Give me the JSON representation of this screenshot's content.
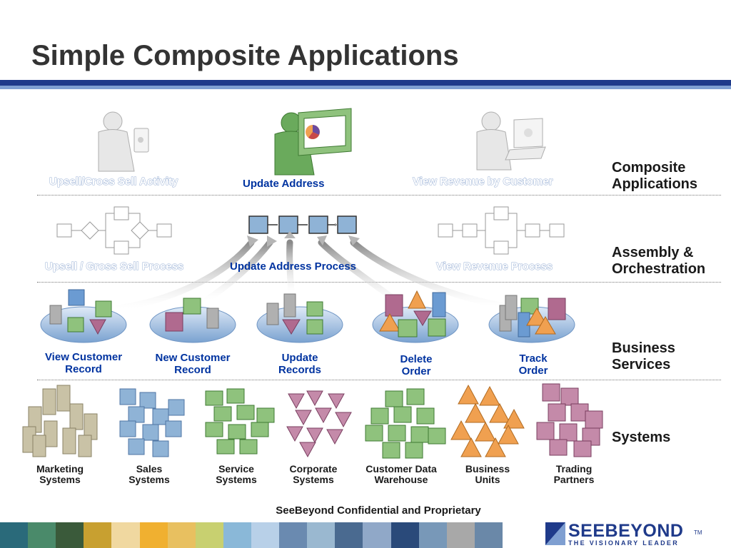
{
  "title": "Simple Composite Applications",
  "layers": [
    "Composite\nApplications",
    "Assembly &\nOrchestration",
    "Business\nServices",
    "Systems"
  ],
  "composite_apps": [
    "Upsell/Cross Sell Activity",
    "Update Address",
    "View Revenue by Customer"
  ],
  "processes": [
    "Upsell / Gross Sell Process",
    "Update Address Process",
    "View Revenue Process"
  ],
  "business_services": [
    "View Customer\nRecord",
    "New Customer\nRecord",
    "Update\nRecords",
    "Delete\nOrder",
    "Track\nOrder"
  ],
  "systems": [
    "Marketing\nSystems",
    "Sales\nSystems",
    "Service\nSystems",
    "Corporate\nSystems",
    "Customer Data\nWarehouse",
    "Business\nUnits",
    "Trading\nPartners"
  ],
  "footer": "SeeBeyond Confidential and Proprietary",
  "logo": {
    "name": "SEEBEYOND",
    "tm": "TM",
    "tagline": "THE VISIONARY LEADER"
  },
  "colors": {
    "brand_navy": "#1f3a8a",
    "label_blue": "#0033a0",
    "green": "#6aaa5c",
    "purple": "#b06a8f",
    "blue": "#6b9bd2",
    "orange": "#f0a050",
    "gray": "#b0b0b0",
    "beige": "#c9c2a6"
  }
}
